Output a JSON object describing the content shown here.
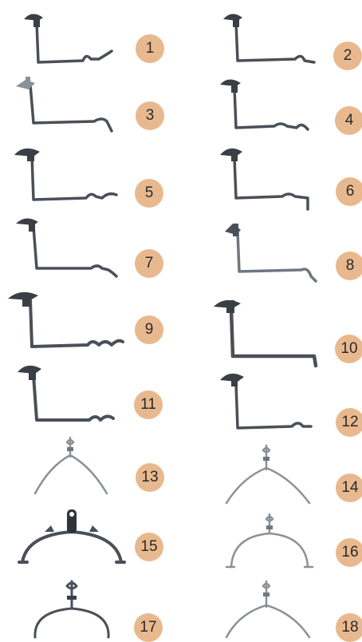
{
  "badge_color": "#e8b98e",
  "hook_color": "#4a5058",
  "items": [
    {
      "number": "1",
      "icon": "l-shaped-hook-icon"
    },
    {
      "number": "2",
      "icon": "l-shaped-hook-icon"
    },
    {
      "number": "3",
      "icon": "l-shaped-hook-icon"
    },
    {
      "number": "4",
      "icon": "l-shaped-hook-icon"
    },
    {
      "number": "5",
      "icon": "l-shaped-hook-icon"
    },
    {
      "number": "6",
      "icon": "l-shaped-hook-icon"
    },
    {
      "number": "7",
      "icon": "l-shaped-hook-icon"
    },
    {
      "number": "8",
      "icon": "l-shaped-hook-icon"
    },
    {
      "number": "9",
      "icon": "l-shaped-hook-icon"
    },
    {
      "number": "10",
      "icon": "l-shaped-hook-icon"
    },
    {
      "number": "11",
      "icon": "l-shaped-hook-icon"
    },
    {
      "number": "12",
      "icon": "l-shaped-hook-icon"
    },
    {
      "number": "13",
      "icon": "wishbone-hanger-icon"
    },
    {
      "number": "14",
      "icon": "wishbone-hanger-icon"
    },
    {
      "number": "15",
      "icon": "arch-hanger-icon"
    },
    {
      "number": "16",
      "icon": "arch-hanger-icon"
    },
    {
      "number": "17",
      "icon": "arch-hanger-icon"
    },
    {
      "number": "18",
      "icon": "wishbone-hanger-icon"
    }
  ]
}
